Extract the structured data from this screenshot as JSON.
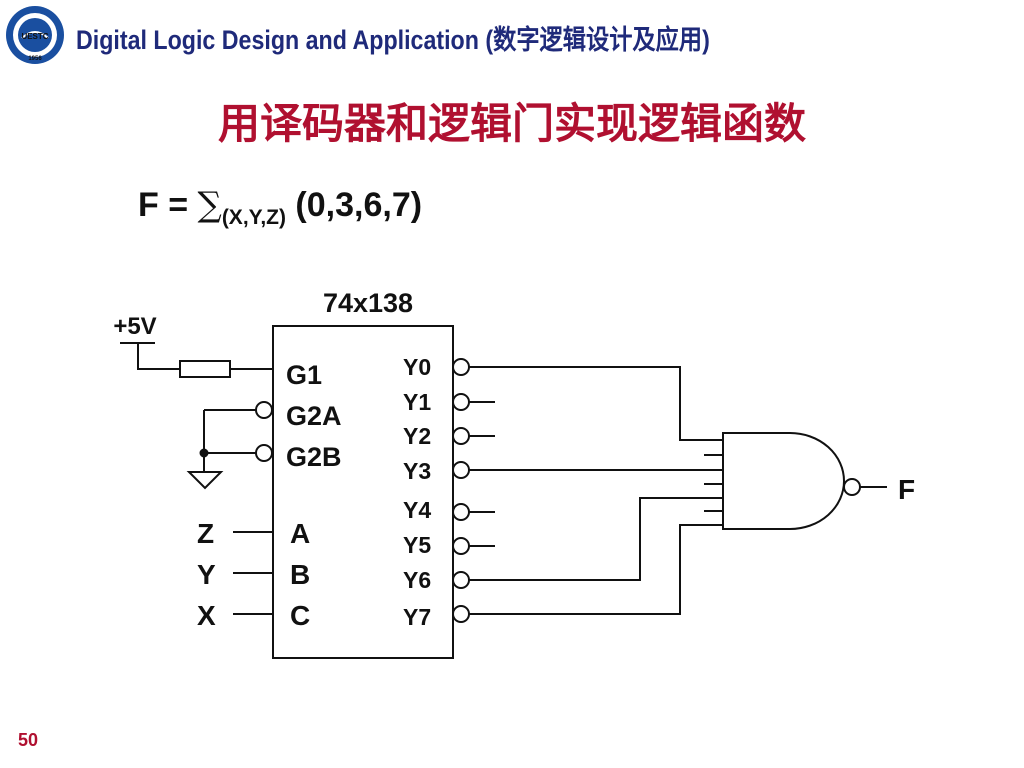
{
  "header": {
    "title": "Digital Logic Design and Application (数字逻辑设计及应用)",
    "logo_text": "UESTC",
    "logo_year": "1956"
  },
  "slide": {
    "title": "用译码器和逻辑门实现逻辑函数",
    "formula": {
      "lhs": "F = ",
      "sum_symbol": "∑",
      "variables": "(X,Y,Z)",
      "minterms": " (0,3,6,7)"
    },
    "page_number": "50"
  },
  "circuit": {
    "chip_label": "74x138",
    "supply_label": "+5V",
    "enable_inputs": [
      "G1",
      "G2A",
      "G2B"
    ],
    "select_inputs": [
      "A",
      "B",
      "C"
    ],
    "select_signals": [
      "Z",
      "Y",
      "X"
    ],
    "outputs": [
      "Y0",
      "Y1",
      "Y2",
      "Y3",
      "Y4",
      "Y5",
      "Y6",
      "Y7"
    ],
    "output_label": "F",
    "colors": {
      "wire": "#111111",
      "title": "#b01030",
      "header": "#1f2a7a",
      "logo": "#1a4fa0"
    }
  }
}
